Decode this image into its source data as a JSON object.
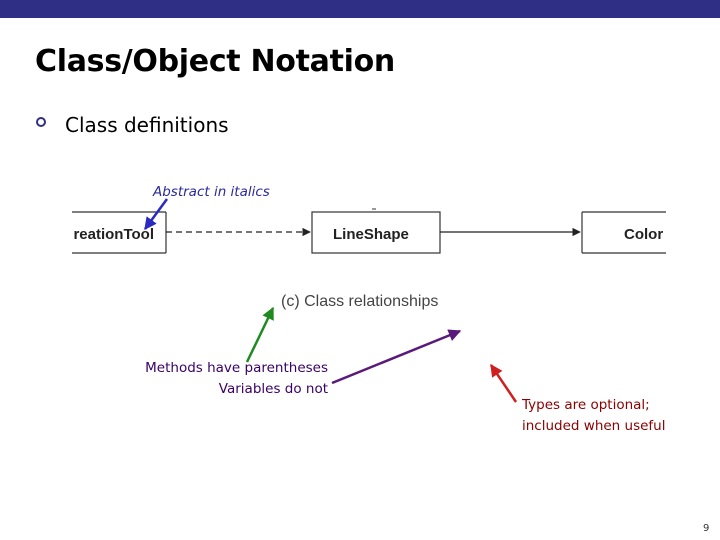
{
  "slide": {
    "title": "Class/Object Notation",
    "bullet": "Class definitions",
    "page_number": "9"
  },
  "diagram": {
    "boxes": [
      "reationTool",
      "LineShape",
      "Color"
    ],
    "caption": "(c) Class relationships"
  },
  "annotations": {
    "abstract": "Abstract in italics",
    "methods_line1": "Methods have parentheses",
    "methods_line2": "Variables do not",
    "types_line1": "Types are optional;",
    "types_line2": "included when useful"
  },
  "colors": {
    "top_bar": "#2f2f86",
    "abstract_arrow": "#2a2ac0",
    "methods_arrow": "#1f8a1f",
    "variables_arrow": "#5a1a7a",
    "types_arrow": "#d01f1f"
  },
  "icons": {
    "bullet": "hollow-circle-bullet"
  }
}
